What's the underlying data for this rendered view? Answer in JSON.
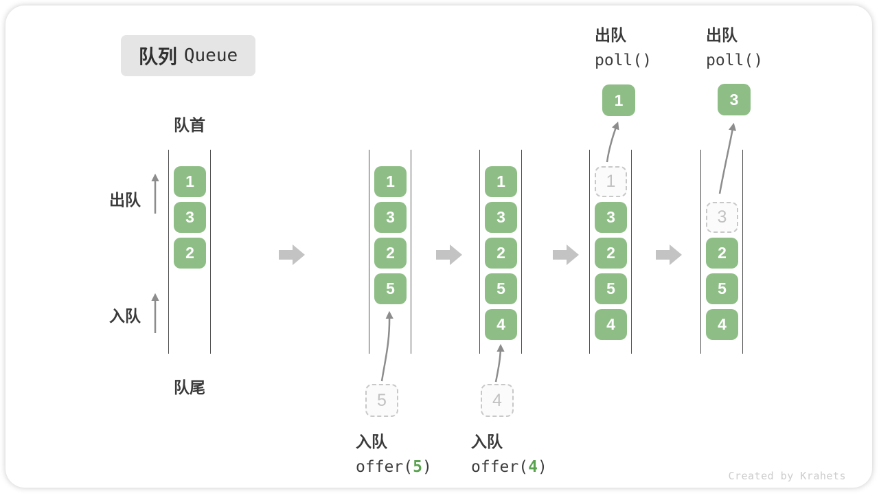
{
  "title": {
    "zh": "队列",
    "en": "Queue"
  },
  "labels": {
    "front": "队首",
    "rear": "队尾",
    "dequeue": "出队",
    "enqueue": "入队"
  },
  "columns": [
    {
      "items": [
        "1",
        "3",
        "2"
      ]
    },
    {
      "items": [
        "1",
        "3",
        "2",
        "5"
      ],
      "pending": "5"
    },
    {
      "items": [
        "1",
        "3",
        "2",
        "5",
        "4"
      ],
      "pending": "4"
    },
    {
      "ghost": "1",
      "items": [
        "3",
        "2",
        "5",
        "4"
      ],
      "popped": "1"
    },
    {
      "ghost": "3",
      "items": [
        "2",
        "5",
        "4"
      ],
      "popped": "3"
    }
  ],
  "ops": {
    "enqueue1": {
      "label": "入队",
      "pre": "offer(",
      "arg": "5",
      "post": ")"
    },
    "enqueue2": {
      "label": "入队",
      "pre": "offer(",
      "arg": "4",
      "post": ")"
    },
    "dequeue1": {
      "label": "出队",
      "call": "poll()"
    },
    "dequeue2": {
      "label": "出队",
      "call": "poll()"
    }
  },
  "credit": "Created by Krahets",
  "colors": {
    "green": "#8ebe86",
    "arg_green": "#5aa350",
    "wall": "#4e4e4e",
    "block_arrow": "#c3c3c3",
    "curve_arrow": "#8c8c8c",
    "ghost_border": "#c8c8c8",
    "ghost_text": "#c2c2c2",
    "title_bg": "#e5e5e5",
    "credit": "#cccccc"
  }
}
